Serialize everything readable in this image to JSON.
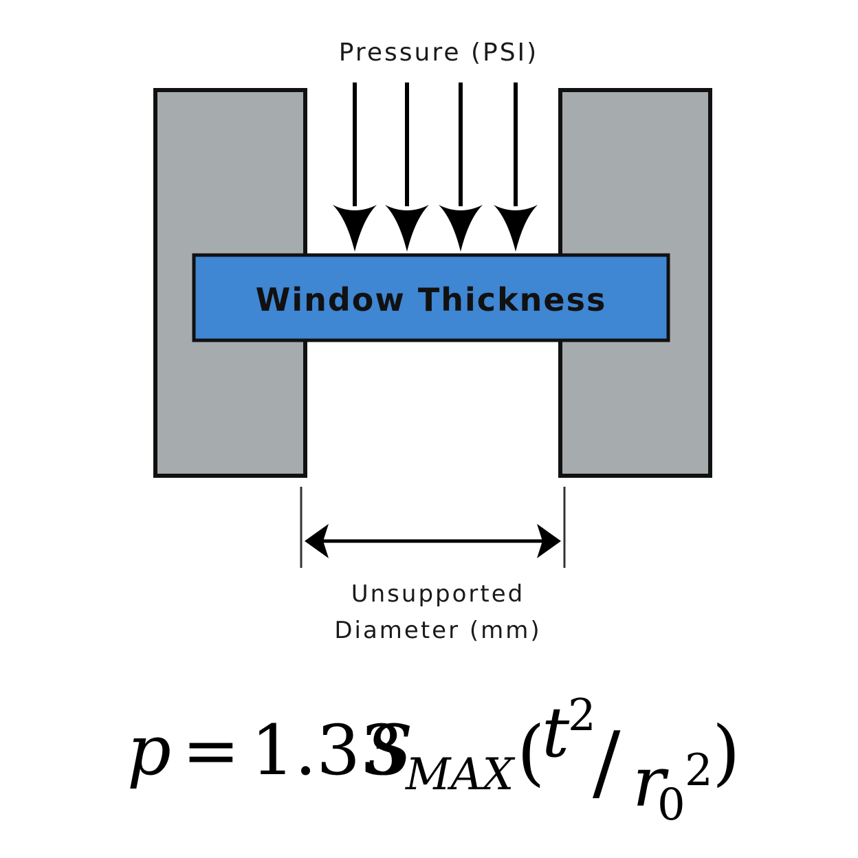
{
  "diagram": {
    "pressure_label": "Pressure (PSI)",
    "window_label": "Window Thickness",
    "diameter_label_line1": "Unsupported",
    "diameter_label_line2": "Diameter (mm)",
    "colors": {
      "support": "#a6abae",
      "window": "#3f86d3",
      "outline": "#111111"
    },
    "pressure_arrow_count": 4
  },
  "equation": {
    "lhs": "p",
    "equals": "=",
    "coefficient": "1.33",
    "s_symbol": "S",
    "s_subscript": "MAX",
    "open_paren": "(",
    "t_symbol": "t",
    "t_exponent": "2",
    "slash": "/",
    "r_symbol": "r",
    "r_subscript": "0",
    "r_exponent": "2",
    "close_paren": ")"
  }
}
